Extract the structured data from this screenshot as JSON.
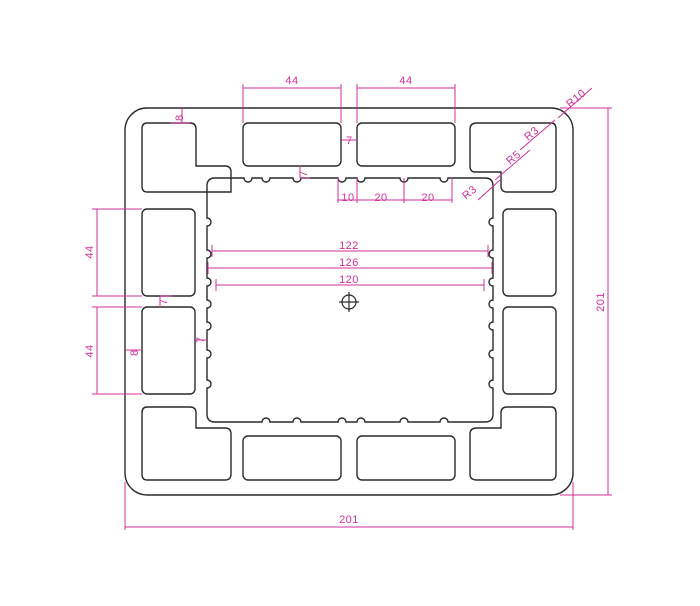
{
  "colors": {
    "outline": "#2a2a2a",
    "dimension": "#d0309a",
    "background": "#ffffff"
  },
  "dimensions": {
    "top_slot_left_width": "44",
    "top_slot_right_width": "44",
    "outer_width": "201",
    "outer_height": "201",
    "corner_radius_outer": "R10",
    "corner_radius_inner": "R3",
    "corner_radius_web": "R5",
    "inner_corner_radius": "R3",
    "wall_thickness_top_left": "8",
    "wall_thickness_left": "8",
    "rib_thickness_top": "7",
    "rib_thickness_inner": "7",
    "rib_thickness_left_upper": "7",
    "rib_thickness_left_lower": "7",
    "side_slot_upper_height": "44",
    "side_slot_lower_height": "44",
    "notch_spacing_a": "10",
    "notch_spacing_b": "20",
    "notch_spacing_c": "20",
    "inner_width_122": "122",
    "inner_width_126": "126",
    "inner_width_120": "120"
  },
  "icons": {
    "center_mark": "crosshair-circle-icon"
  }
}
